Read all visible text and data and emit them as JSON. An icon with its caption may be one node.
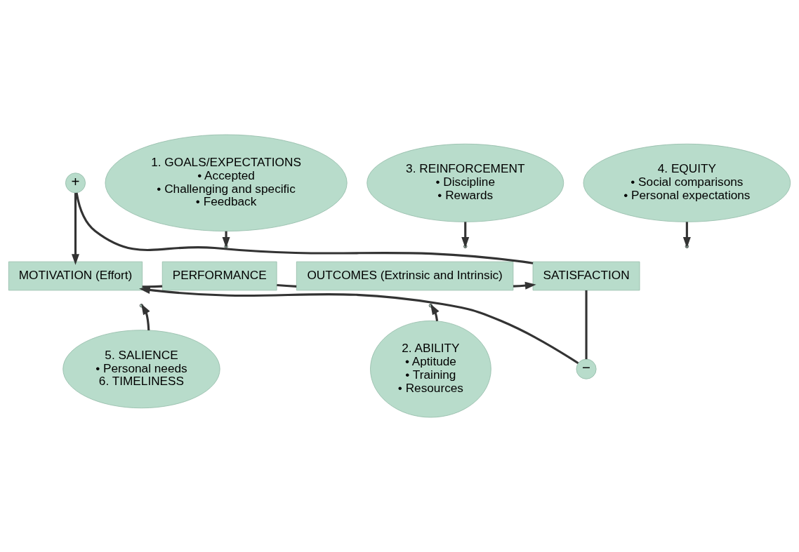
{
  "diagram": {
    "nodes": [
      {
        "text": [
          "MOTIVATION (Effort)"
        ]
      },
      {
        "text": [
          "PERFORMANCE"
        ]
      },
      {
        "text": [
          "OUTCOMES (Extrinsic and Intrinsic)"
        ]
      },
      {
        "text": [
          "SATISFACTION"
        ]
      },
      {
        "text": [
          "1. GOALS/EXPECTATIONS",
          "• Accepted",
          "• Challenging and specific",
          "• Feedback"
        ]
      },
      {
        "text": [
          "2. ABILITY",
          "• Aptitude",
          "• Training",
          "• Resources"
        ]
      },
      {
        "text": [
          "3. REINFORCEMENT",
          "• Discipline",
          "• Rewards"
        ]
      },
      {
        "text": [
          "4. EQUITY",
          "• Social comparisons",
          "• Personal expectations"
        ]
      },
      {
        "text": [
          "5. SALIENCE",
          "• Personal needs",
          "6. TIMELINESS"
        ]
      },
      {
        "text": [
          "+"
        ]
      },
      {
        "text": [
          "−"
        ]
      }
    ],
    "edges": [
      {
        "from": 0,
        "to": 1,
        "arrow": "none"
      },
      {
        "from": 1,
        "to": 2,
        "arrow": "none"
      },
      {
        "from": 2,
        "to": 3,
        "arrow": "to"
      },
      {
        "from": 4,
        "to": null,
        "arrow": "to"
      },
      {
        "from": 5,
        "to": null,
        "arrow": "to"
      },
      {
        "from": 6,
        "to": null,
        "arrow": "to"
      },
      {
        "from": 7,
        "to": null,
        "arrow": "to"
      },
      {
        "from": 8,
        "to": null,
        "arrow": "to"
      },
      {
        "from": 3,
        "to": 9,
        "arrow": "none"
      },
      {
        "from": 9,
        "to": 0,
        "arrow": "to"
      },
      {
        "from": 3,
        "to": 10,
        "arrow": "none"
      },
      {
        "from": 10,
        "to": 0,
        "arrow": "to"
      }
    ]
  }
}
